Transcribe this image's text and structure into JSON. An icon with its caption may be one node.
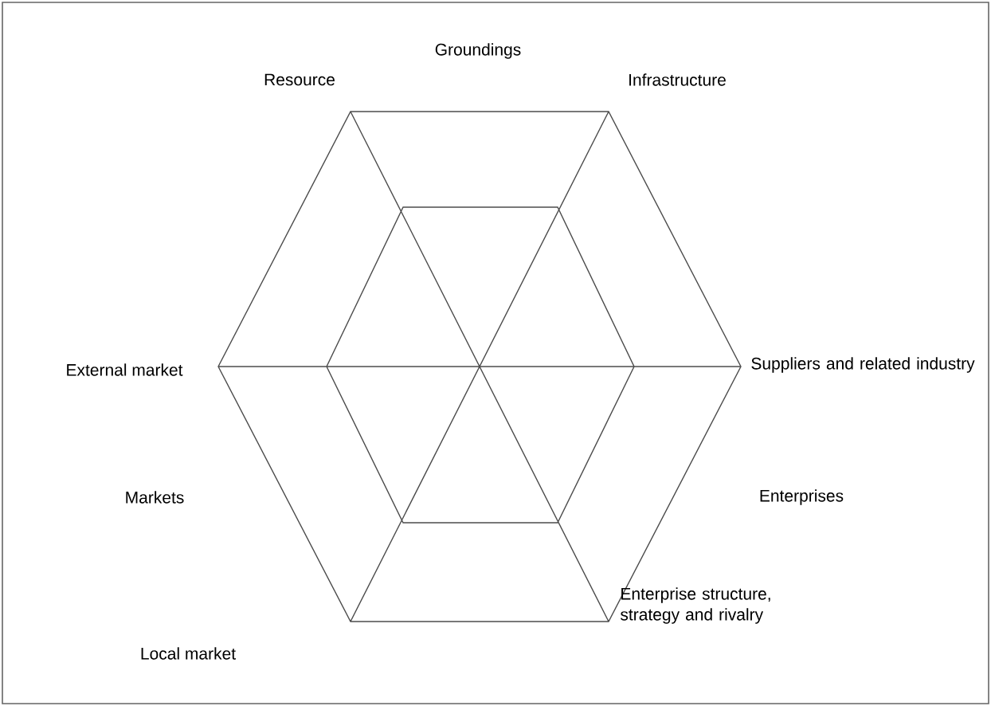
{
  "diagram": {
    "labels": [
      "Groundings",
      "Resource",
      "Infrastructure",
      "Suppliers and related industry",
      "External market",
      "Markets",
      "Enterprises",
      "Local market",
      "Enterprise structure, strategy and rivalry"
    ]
  }
}
